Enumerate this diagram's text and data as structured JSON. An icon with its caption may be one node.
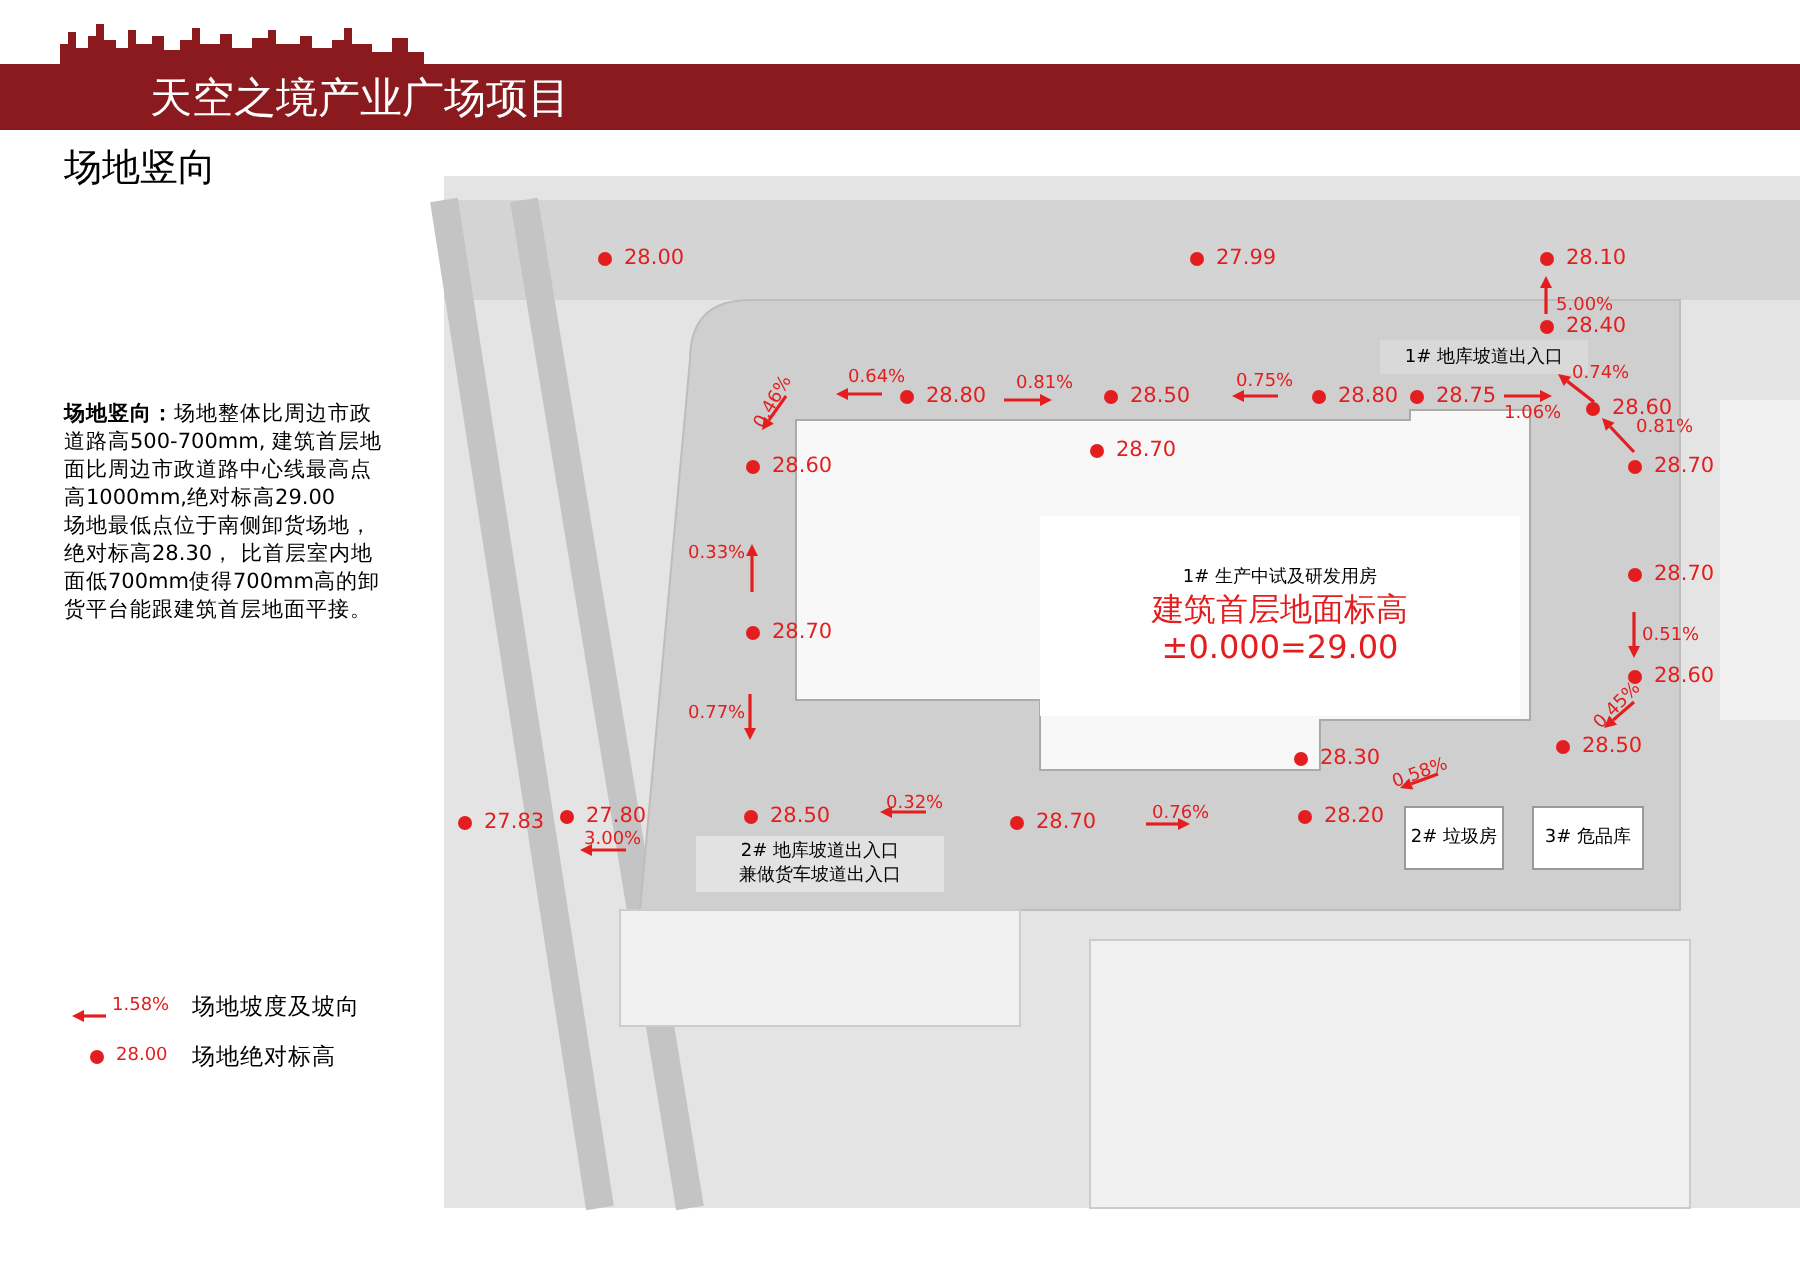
{
  "diagram": {
    "title": "天空之境产业广场项目",
    "nodes": [
      {
        "text": [
          "1# 生产中试及研发用房",
          "建筑首层地面标高",
          "±0.000=29.00"
        ]
      },
      {
        "text": [
          "1# 地库坡道出入口"
        ]
      },
      {
        "text": [
          "2# 地库坡道出入口",
          "兼做货车坡道出入口"
        ]
      },
      {
        "text": [
          "2# 垃圾房"
        ]
      },
      {
        "text": [
          "3# 危品库"
        ]
      }
    ],
    "labels": [
      "场地竖向",
      "**场地竖向：**场地整体比周边市政道路高500-700mm, 建筑首层地面比周边市政道路中心线最高点高1000mm,绝对标高29.00",
      "场地最低点位于南侧卸货场地，绝对标高28.30， 比首层室内地面低700mm使得700mm高的卸货平台能跟建筑首层地面平接。",
      "28.00",
      "27.99",
      "28.10",
      "5.00%",
      "28.40",
      "0.64%",
      "0.81%",
      "0.75%",
      "0.74%",
      "0.46%",
      "28.80",
      "28.50",
      "28.80",
      "28.75",
      "1.06%",
      "28.60",
      "0.81%",
      "28.70",
      "28.60",
      "28.70",
      "0.33%",
      "28.70",
      "28.70",
      "0.51%",
      "28.60",
      "0.77%",
      "0.45%",
      "28.50",
      "28.30",
      "0.58%",
      "0.32%",
      "27.83",
      "27.80",
      "28.50",
      "28.70",
      "0.76%",
      "28.20",
      "3.00%",
      "1.58%",
      "28.00"
    ],
    "legend": [
      {
        "text": "场地坡度及坡向"
      },
      {
        "text": "场地绝对标高"
      }
    ]
  }
}
